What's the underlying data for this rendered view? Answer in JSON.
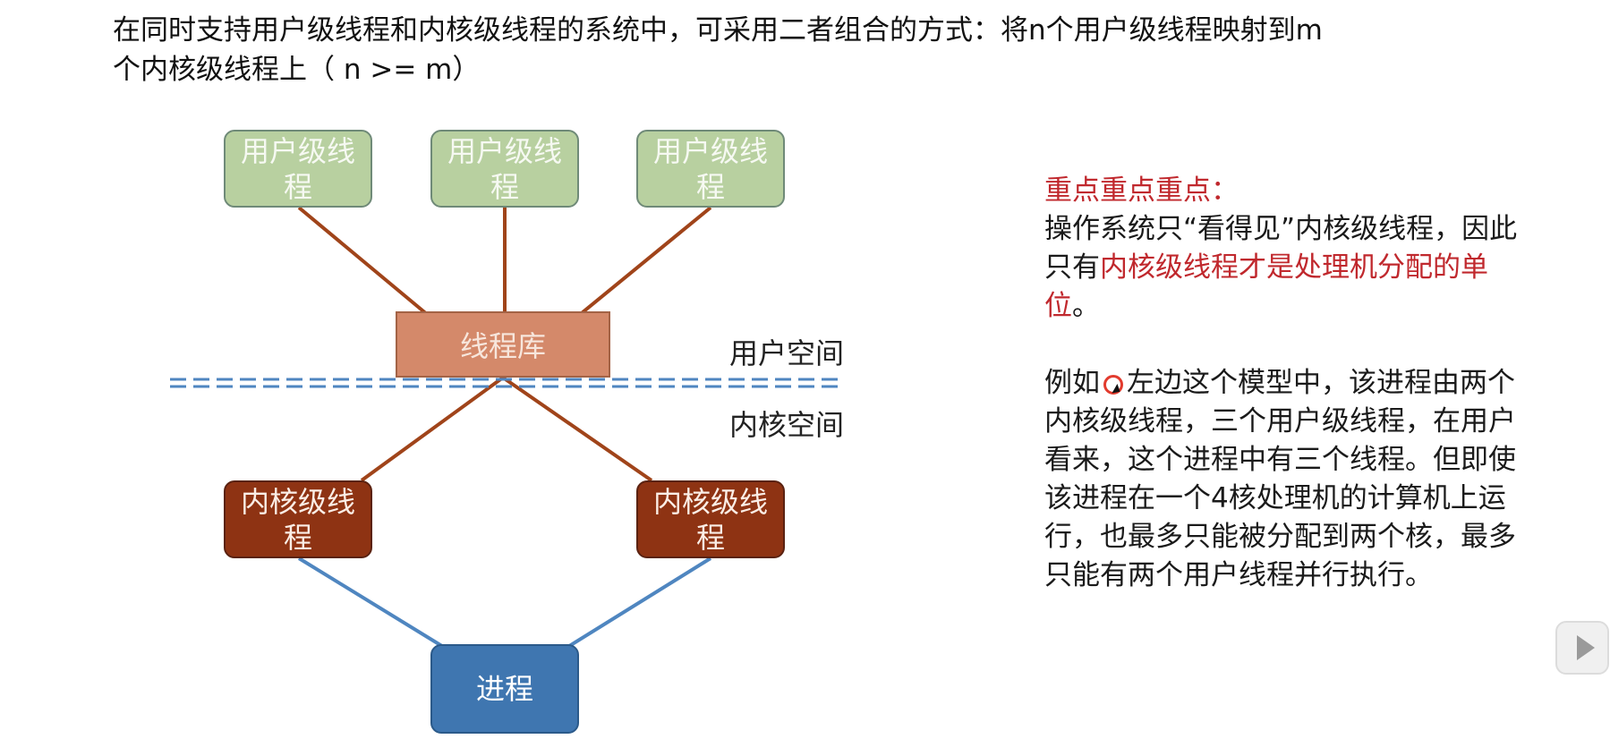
{
  "intro": {
    "line1": "在同时支持用户级线程和内核级线程的系统中，可采用二者组合的方式：将n个用户级线程映射到m",
    "line2": "个内核级线程上（ n >= m）"
  },
  "diagram": {
    "user_threads": [
      "用户级线程",
      "用户级线程",
      "用户级线程"
    ],
    "thread_library": "线程库",
    "user_space": "用户空间",
    "kernel_space": "内核空间",
    "kernel_threads": [
      "内核级线程",
      "内核级线程"
    ],
    "process": "进程",
    "colors": {
      "user_thread": "#b8d0a0",
      "kernel_thread": "#8e3313",
      "process": "#3f76b0",
      "library": "#d4896a",
      "thread_lines": "#a0441a",
      "process_lines": "#4f86c0",
      "divider": "#4f86c0"
    }
  },
  "notes": {
    "heading": "重点重点重点：",
    "p1_a": "操作系统只“看得见”内核级线程，因此只有",
    "p1_red": "内核级线程才是处理机分配的单位",
    "p1_b": "。",
    "p2_a": "例如",
    "p2_b": "左边这个模型中，该进程由两个内核级线程，三个用户级线程，在用户看来，这个进程中有三个线程。但即使该进程在一个4核处理机的计算机上运行，也最多只能被分配到两个核，最多只能有两个用户线程并行执行。"
  },
  "icons": {
    "cursor": "cursor-icon",
    "play": "play-icon"
  }
}
